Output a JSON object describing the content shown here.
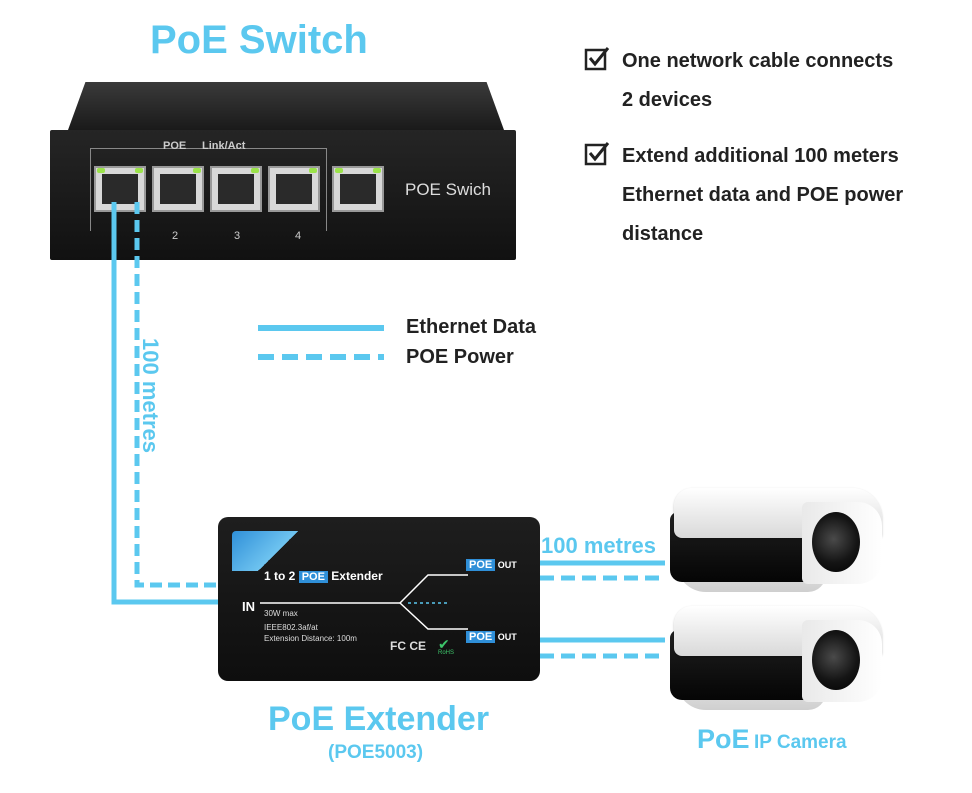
{
  "titles": {
    "switch": "PoE Switch",
    "extender": "PoE Extender",
    "extender_model": "(POE5003)",
    "camera_prefix": "PoE",
    "camera_suffix": "IP Camera"
  },
  "features": [
    {
      "lines": [
        "One network cable connects",
        "2 devices"
      ]
    },
    {
      "lines": [
        "Extend additional 100 meters",
        "Ethernet data and POE power",
        "distance"
      ]
    }
  ],
  "legend": {
    "solid_label": "Ethernet Data",
    "dashed_label": "POE Power"
  },
  "distances": {
    "switch_to_extender": "100 metres",
    "extender_to_camera": "100 metres"
  },
  "switch_device": {
    "label_poe": "POE",
    "label_link": "Link/Act",
    "port_numbers": [
      "2",
      "3",
      "4"
    ],
    "brand_text": "POE Swich"
  },
  "extender_device": {
    "title_pre": "1 to 2",
    "title_tag": "POE",
    "title_post": "Extender",
    "in_label": "IN",
    "power": "30W max",
    "standard": "IEEE802.3af/at",
    "distance": "Extension Distance: 100m",
    "out_tag": "POE",
    "out_label": "OUT",
    "marks": "FC CE",
    "rohs": "RoHS"
  },
  "colors": {
    "accent": "#5bc8ef",
    "text": "#222222",
    "device": "#151515"
  }
}
